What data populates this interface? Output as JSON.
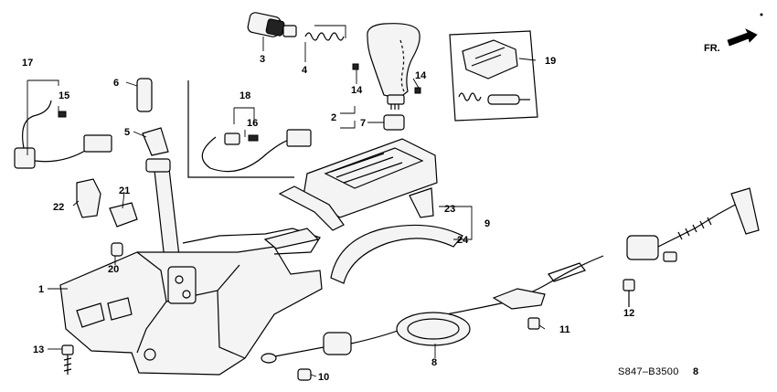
{
  "direction": {
    "label": "FR."
  },
  "diagram_code": "S847–B3500",
  "diagram_code_suffix": "8",
  "callouts": {
    "c1": "1",
    "c2": "2",
    "c3": "3",
    "c4": "4",
    "c5": "5",
    "c6": "6",
    "c7": "7",
    "c8": "8",
    "c9": "9",
    "c10": "10",
    "c11": "11",
    "c12": "12",
    "c13": "13",
    "c14a": "14",
    "c14b": "14",
    "c15": "15",
    "c16": "16",
    "c17": "17",
    "c18": "18",
    "c19": "19",
    "c20": "20",
    "c21": "21",
    "c22": "22",
    "c23": "23",
    "c24": "24"
  }
}
